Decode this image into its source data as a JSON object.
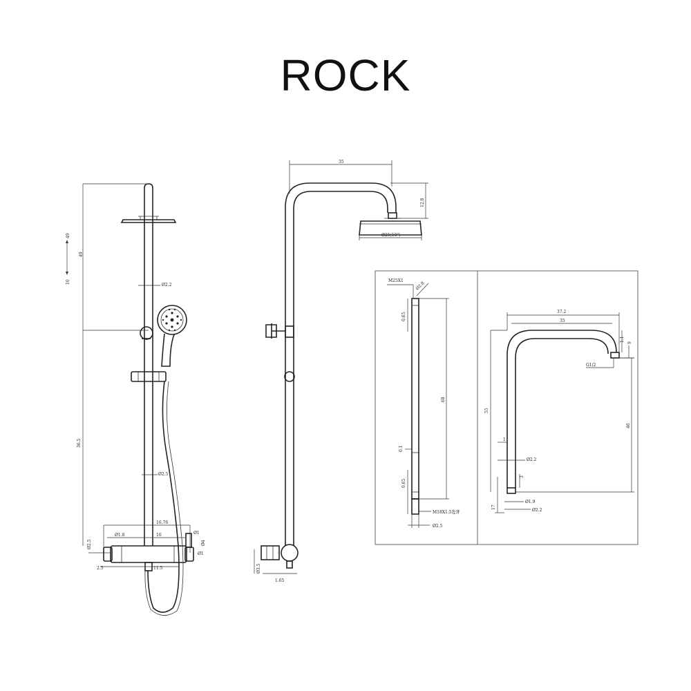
{
  "title": "ROCK",
  "front_view": {
    "dims": [
      "49",
      "49",
      "10",
      "Ø2.2",
      "36.5",
      "Ø2.5",
      "16.76",
      "Ø1.8",
      "16",
      "Ø1",
      "Ø4",
      "Ø2.5",
      "2.5",
      "11.5",
      "Ø1"
    ]
  },
  "side_view": {
    "dims": [
      "35",
      "12.8",
      "Ø25(10\")",
      "Ø3.5",
      "1.65"
    ]
  },
  "detail_left": {
    "dims": [
      "M25X1",
      "Ø2.8",
      "0.65",
      "68",
      "0.1",
      "0.65",
      "M18X1.5左牙",
      "Ø2.5"
    ]
  },
  "detail_right": {
    "dims": [
      "37.2",
      "35",
      "1.1",
      "9",
      "G1/2",
      "55",
      "46",
      "1",
      "Ø2.2",
      "3",
      "17",
      "Ø1.9",
      "Ø2.2"
    ]
  }
}
